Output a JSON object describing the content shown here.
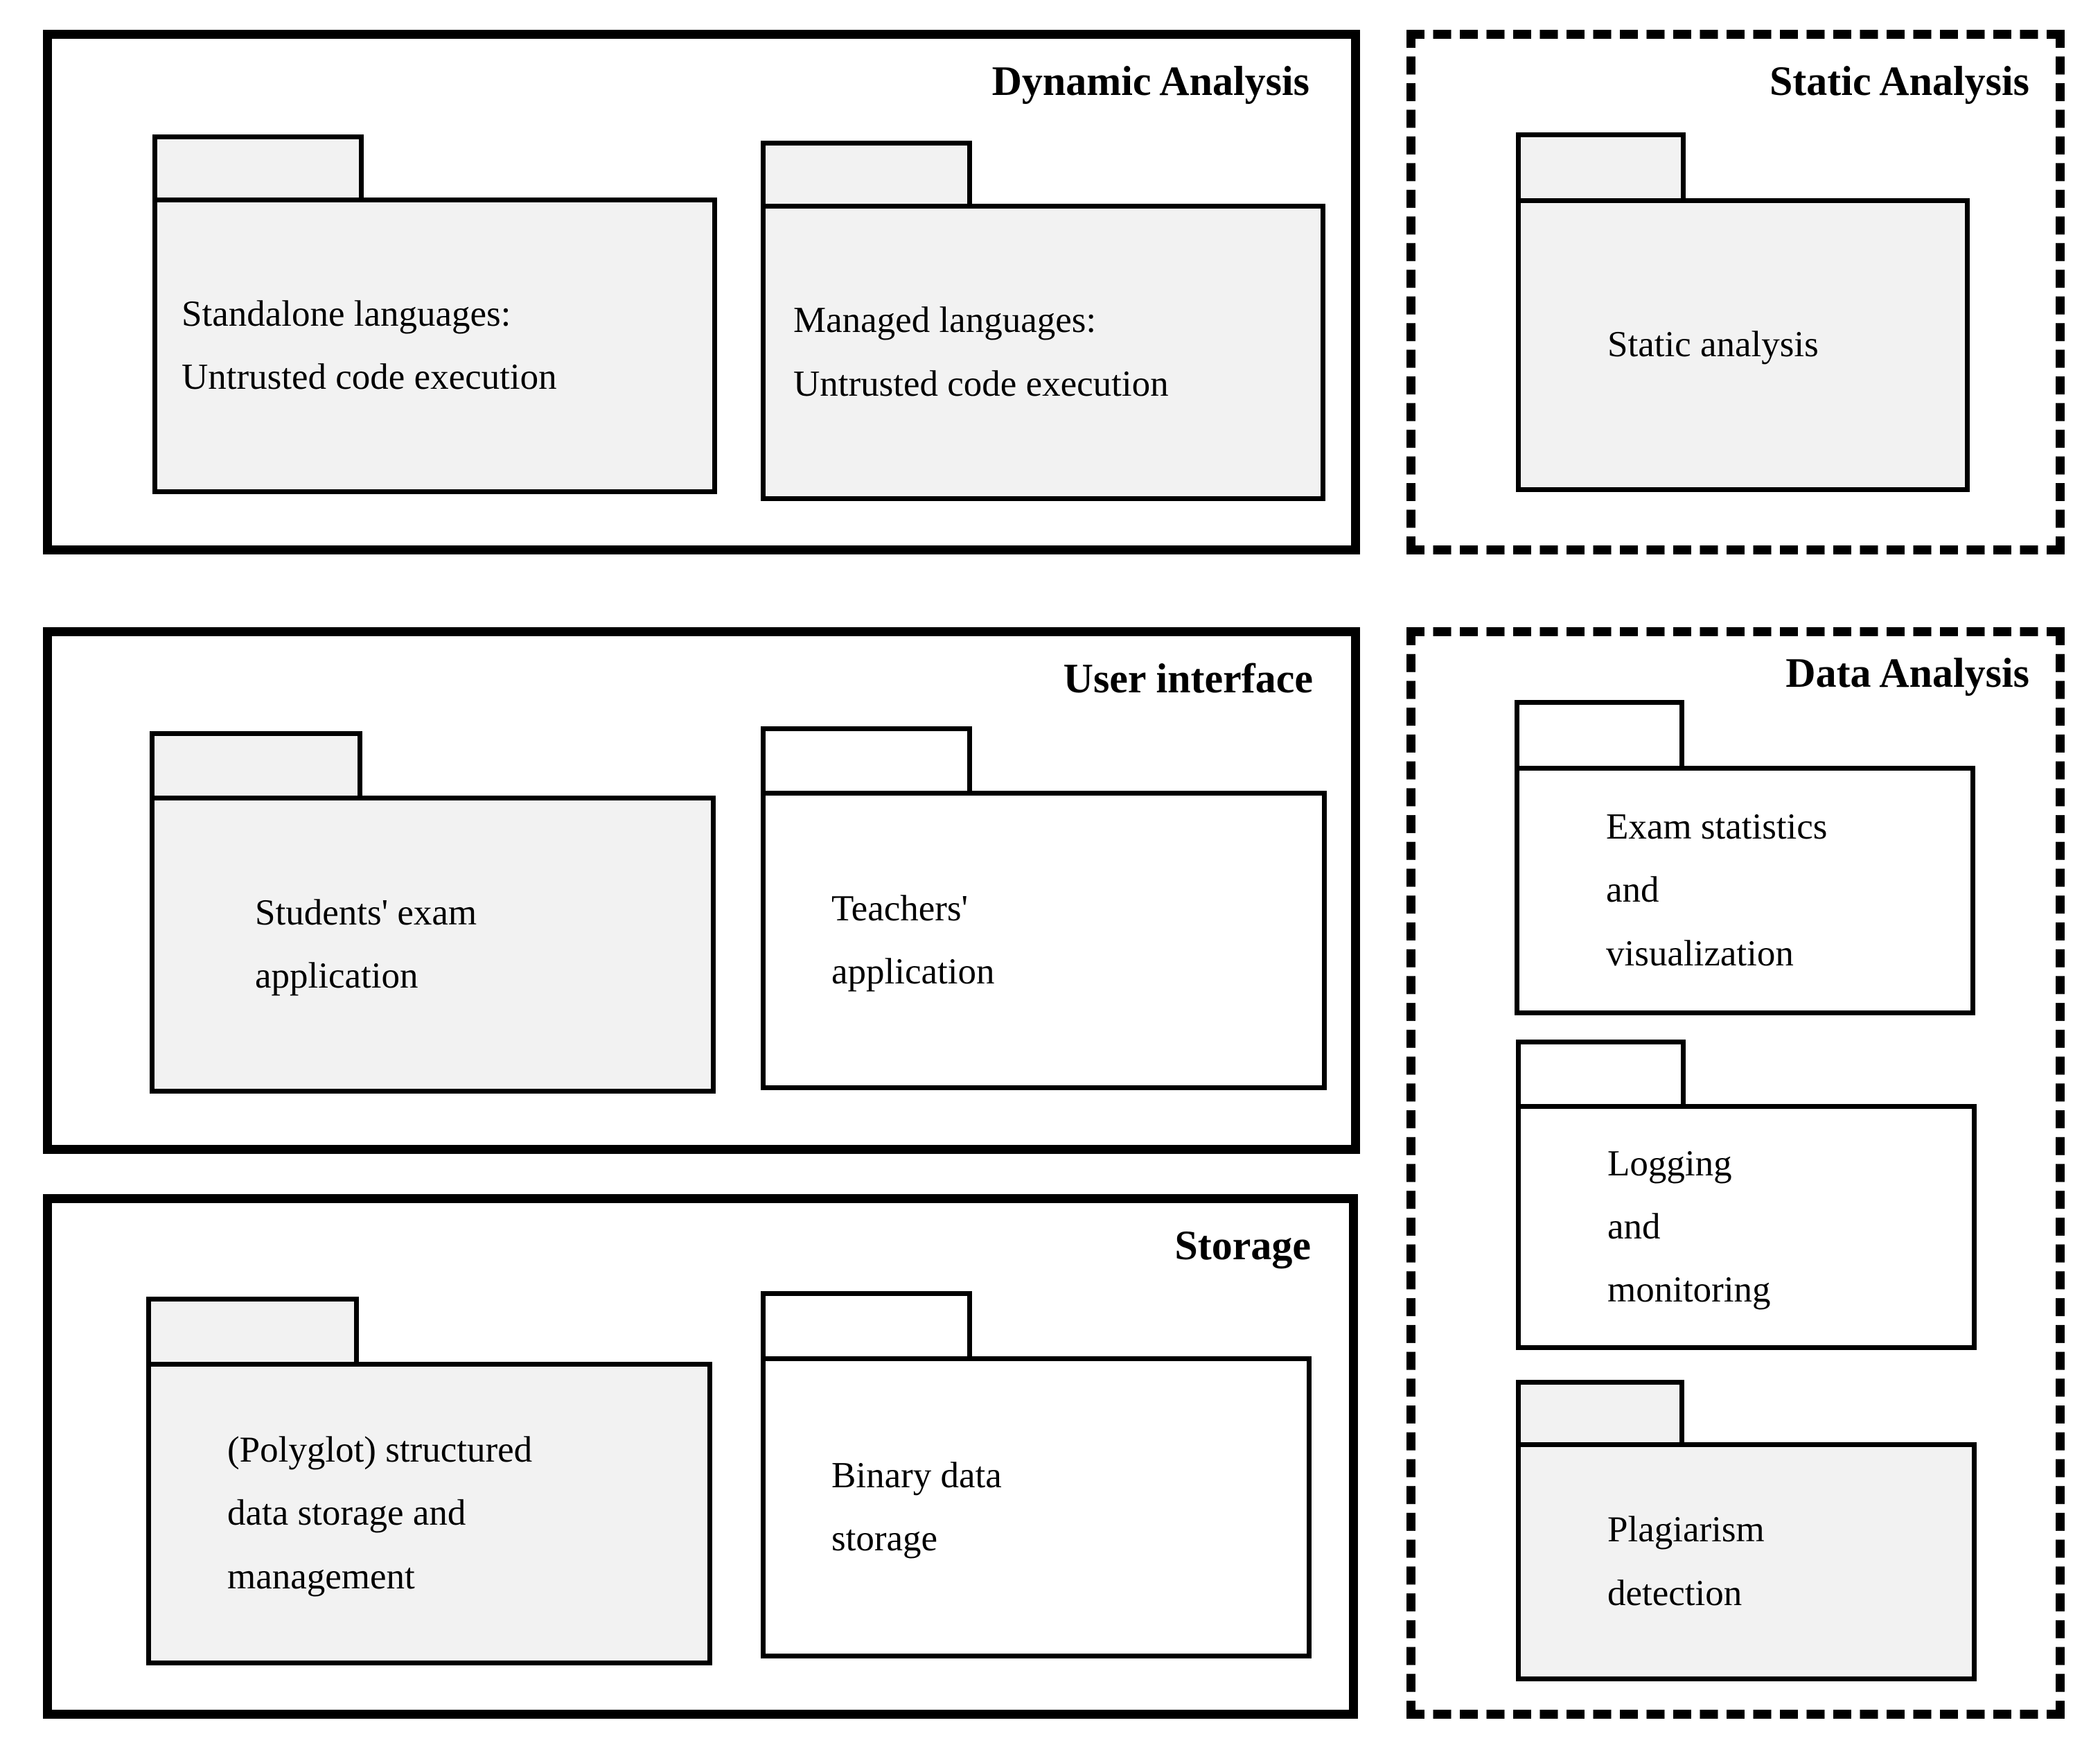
{
  "diagram": {
    "type": "uml-package-diagram",
    "colors": {
      "line": "#000000",
      "gray": "#f2f2f2",
      "white": "#ffffff",
      "background": "#ffffff"
    },
    "containers": [
      {
        "title": "Dynamic Analysis",
        "border": "solid",
        "packages": [
          {
            "label": "Standalone languages:\nUntrusted code execution",
            "fill": "gray"
          },
          {
            "label": "Managed languages:\nUntrusted code execution",
            "fill": "gray"
          }
        ]
      },
      {
        "title": "Static Analysis",
        "border": "dashed",
        "packages": [
          {
            "label": "Static analysis",
            "fill": "gray"
          }
        ]
      },
      {
        "title": "User interface",
        "border": "solid",
        "packages": [
          {
            "label": "Students' exam\napplication",
            "fill": "gray"
          },
          {
            "label": "Teachers'\napplication",
            "fill": "white"
          }
        ]
      },
      {
        "title": "Storage",
        "border": "solid",
        "packages": [
          {
            "label": "(Polyglot) structured\ndata storage and\nmanagement",
            "fill": "gray"
          },
          {
            "label": "Binary data\nstorage",
            "fill": "white"
          }
        ]
      },
      {
        "title": "Data Analysis",
        "border": "dashed",
        "packages": [
          {
            "label": "Exam statistics\nand\nvisualization",
            "fill": "white"
          },
          {
            "label": "Logging\nand\nmonitoring",
            "fill": "white"
          },
          {
            "label": "Plagiarism\ndetection",
            "fill": "gray"
          }
        ]
      }
    ]
  }
}
